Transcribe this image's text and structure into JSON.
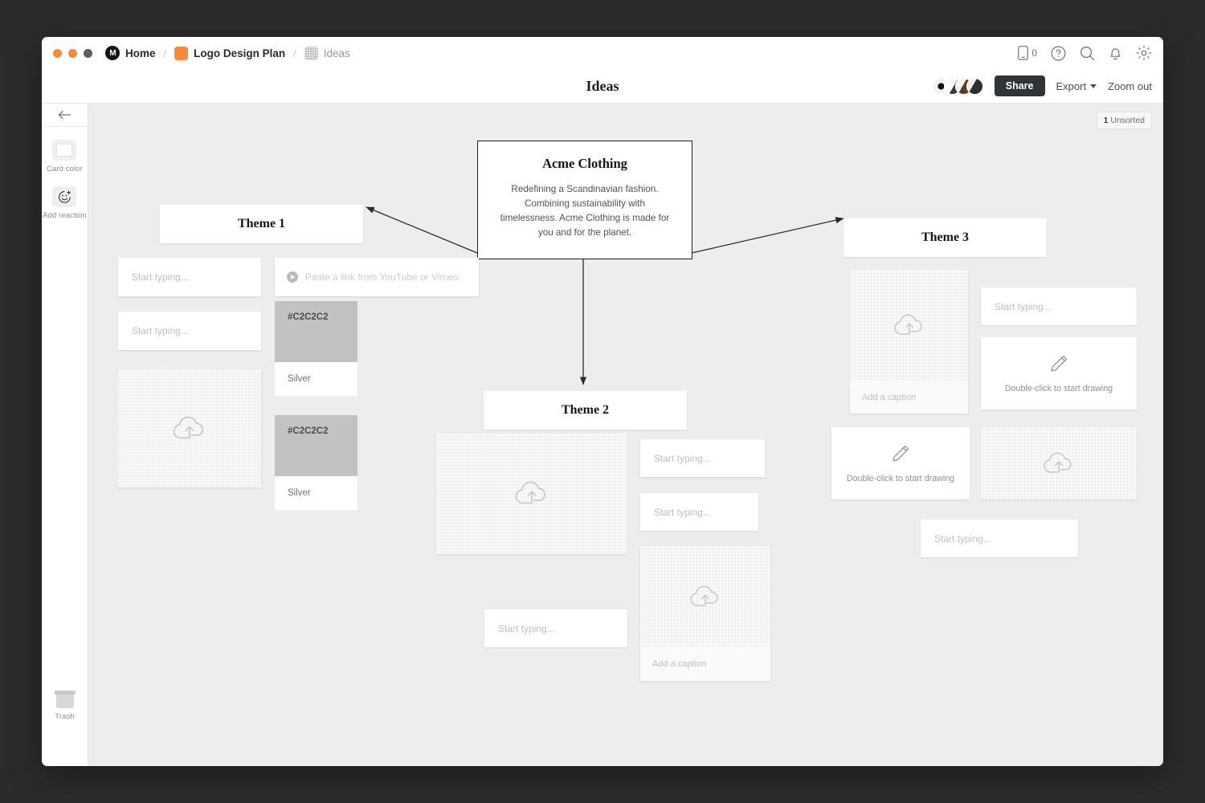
{
  "window": {
    "traffic_lights": [
      "close",
      "minimize",
      "maximize"
    ]
  },
  "breadcrumb": {
    "logo_text": "M",
    "items": [
      {
        "label": "Home",
        "icon": "milanote-logo-icon",
        "muted": false
      },
      {
        "label": "Logo Design Plan",
        "icon": "orange-board-icon",
        "muted": false
      },
      {
        "label": "Ideas",
        "icon": "grid-board-icon",
        "muted": true
      }
    ],
    "separator": "/"
  },
  "topbar": {
    "device_count": "0",
    "icons": [
      "mobile-device-icon",
      "help-icon",
      "search-icon",
      "notification-bell-icon",
      "settings-gear-icon"
    ]
  },
  "subbar": {
    "page_title": "Ideas",
    "share_label": "Share",
    "export_label": "Export",
    "zoom_out_label": "Zoom out",
    "avatar_count": 4
  },
  "sidebar": {
    "back_icon": "back-arrow-icon",
    "tools": [
      {
        "label": "Card color",
        "icon": "card-color-swatch-icon"
      },
      {
        "label": "Add reaction",
        "icon": "add-reaction-icon"
      }
    ],
    "trash_label": "Trash"
  },
  "canvas": {
    "unsorted_count": "1",
    "unsorted_label": "Unsorted",
    "root": {
      "title": "Acme Clothing",
      "description": "Redefining a Scandinavian fashion. Combining sustainability with timelessness. Acme Clothing is made for you and for the planet."
    },
    "themes": [
      {
        "id": "theme1",
        "title": "Theme 1"
      },
      {
        "id": "theme2",
        "title": "Theme 2"
      },
      {
        "id": "theme3",
        "title": "Theme 3"
      }
    ],
    "placeholders": {
      "text": "Start typing...",
      "video": "Paste a link from YouTube or Vimeo",
      "caption": "Add a caption",
      "drawing": "Double-click to start drawing"
    },
    "color_swatches": [
      {
        "hex_label": "#C2C2C2",
        "name": "Silver",
        "color": "#c2c2c2"
      },
      {
        "hex_label": "#C2C2C2",
        "name": "Silver",
        "color": "#c2c2c2"
      }
    ]
  },
  "colors": {
    "accent_orange": "#f5893e",
    "canvas_bg": "#eceeee",
    "share_bg": "#2f3437",
    "swatch_gray": "#c2c2c2"
  }
}
